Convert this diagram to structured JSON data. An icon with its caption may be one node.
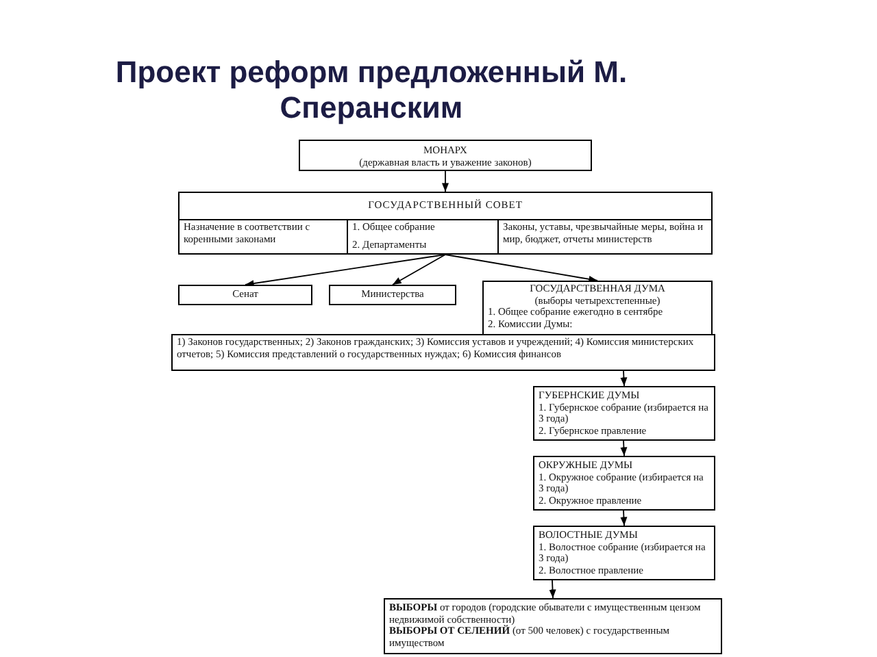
{
  "diagram": {
    "title": "Проект реформ предложенный М. Сперанским",
    "nodes": [
      {
        "text": [
          "МОНАРХ",
          "(державная власть и уважение законов)"
        ]
      },
      {
        "text": [
          "ГОСУДАРСТВЕННЫЙ СОВЕТ"
        ]
      },
      {
        "text": [
          "Назначение в соответствии с коренными законами"
        ],
        "in": 1
      },
      {
        "text": [
          "1. Общее собрание",
          "2. Департаменты"
        ],
        "in": 1
      },
      {
        "text": [
          "Законы, уставы, чрезвычайные меры, война и мир, бюджет, отчеты министерств"
        ],
        "in": 1
      },
      {
        "text": [
          "Сенат"
        ]
      },
      {
        "text": [
          "Министерства"
        ]
      },
      {
        "text": [
          "ГОСУДАРСТВЕННАЯ ДУМА",
          "(выборы четырехстепенные)",
          "1. Общее собрание ежегодно в сентябре",
          "2. Комиссии Думы:"
        ]
      },
      {
        "text": [
          "1) Законов государственных; 2) Законов гражданских; 3) Комиссия уставов и учреждений; 4) Комиссия министерских отчетов; 5) Комиссия представлений о государственных нуждах; 6) Комиссия финансов"
        ]
      },
      {
        "text": [
          "ГУБЕРНСКИЕ ДУМЫ",
          "1. Губернское собрание (избирается на 3 года)",
          "2. Губернское правление"
        ]
      },
      {
        "text": [
          "ОКРУЖНЫЕ ДУМЫ",
          "1. Окружное собрание (избирается на 3 года)",
          "2. Окружное правление"
        ]
      },
      {
        "text": [
          "ВОЛОСТНЫЕ ДУМЫ",
          "1. Волостное собрание (избирается на 3 года)",
          "2. Волостное правление"
        ]
      },
      {
        "text": [
          "**ВЫБОРЫ** от городов (городские обыватели с имущественным цензом недвижимой собственности)",
          "**ВЫБОРЫ ОТ СЕЛЕНИЙ** (от 500 человек) с государственным имуществом"
        ]
      }
    ],
    "edges": [
      {
        "from": 0,
        "to": 1,
        "arrow": "to"
      },
      {
        "from": 1,
        "to": 5,
        "arrow": "to"
      },
      {
        "from": 1,
        "to": 6,
        "arrow": "to"
      },
      {
        "from": 1,
        "to": 7,
        "arrow": "to"
      },
      {
        "from": 8,
        "to": 9,
        "arrow": "to"
      },
      {
        "from": 9,
        "to": 10,
        "arrow": "to"
      },
      {
        "from": 10,
        "to": 11,
        "arrow": "to"
      },
      {
        "from": 11,
        "to": 12,
        "arrow": "to"
      }
    ]
  }
}
